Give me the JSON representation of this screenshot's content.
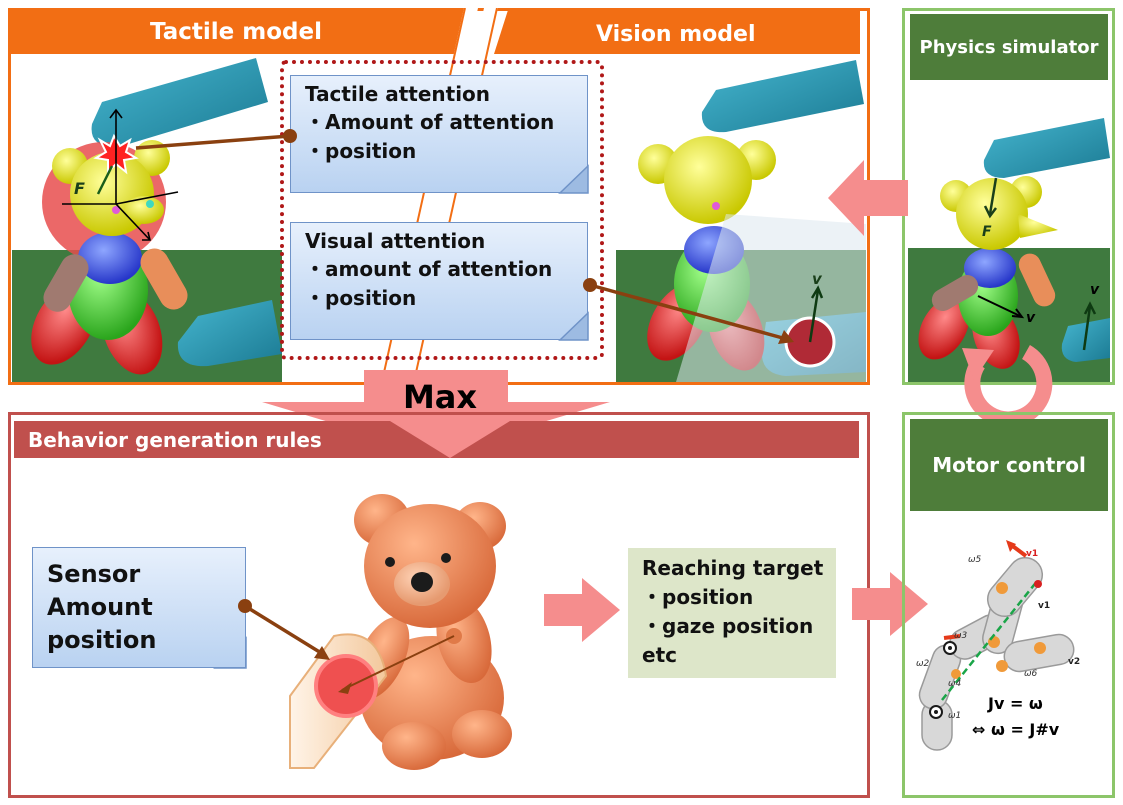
{
  "tactile_model": {
    "title": "Tactile model",
    "force_label": "F"
  },
  "vision_model": {
    "title": "Vision model",
    "velocity_label": "v"
  },
  "physics_simulator": {
    "title": "Physics simulator",
    "force_label": "F",
    "velocity_label_a": "v",
    "velocity_label_b": "v"
  },
  "tactile_attention": {
    "title": "Tactile attention",
    "items": [
      "・Amount of attention",
      "・position"
    ]
  },
  "visual_attention": {
    "title": "Visual attention",
    "items": [
      "・amount of attention",
      "・position"
    ]
  },
  "max_label": "Max",
  "behavior_rules": {
    "title": "Behavior generation rules"
  },
  "sensor_note": {
    "lines": [
      "Sensor",
      "Amount",
      "position"
    ]
  },
  "reaching_target": {
    "title": "Reaching target",
    "items": [
      "・position",
      "・gaze position",
      "etc"
    ]
  },
  "motor_control": {
    "title": "Motor control",
    "equation_1": "Jv = ω",
    "equation_2": "⇔ ω = J#v",
    "omega_labels": [
      "ω5",
      "ω3",
      "ω2",
      "ω4",
      "ω6",
      "ω1"
    ],
    "v_labels": [
      "v1",
      "v1",
      "v2"
    ]
  },
  "colors": {
    "orange": "#f26e14",
    "green": "#4e7d3a",
    "green_border": "#8cc56a",
    "red": "#c0504d",
    "pink_arrow": "#f58d8d",
    "note_blue": "#c9dcf4",
    "note_green": "#dde6c9"
  }
}
